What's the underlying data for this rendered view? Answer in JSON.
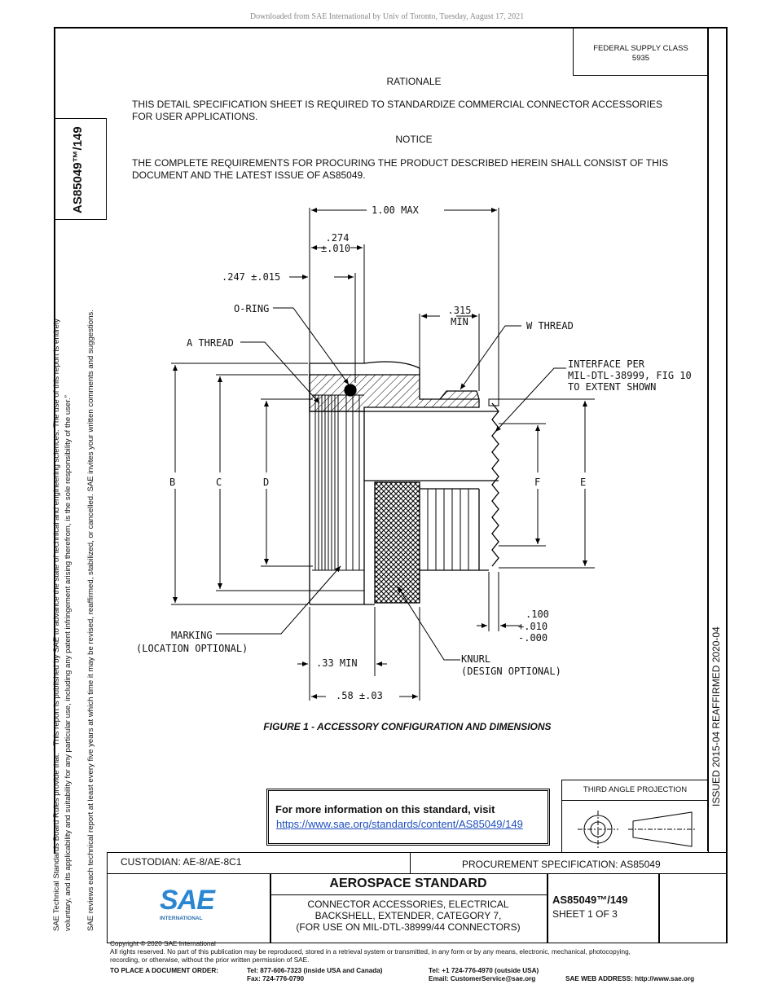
{
  "header": {
    "download_note": "Downloaded from SAE International by Univ of Toronto, Tuesday, August 17, 2021"
  },
  "federal_supply": {
    "line1": "FEDERAL SUPPLY CLASS",
    "line2": "5935"
  },
  "doc_number_vertical": "AS85049™/149",
  "side_note": {
    "line1": "SAE Technical Standards Board Rules provide that: “ This report is published by SAE to advance the state of technical and engineering sciences. The use of this report is entirely",
    "line2": "voluntary, and its applicability and suitability for any particular use, including any patent infringement arising therefrom, is the sole responsibility of the user.”",
    "line3": "SAE reviews each technical report at least every five years at which time it may be revised, reaffirmed, stabilized, or cancelled. SAE invites your written comments and suggestions."
  },
  "rationale": {
    "title": "RATIONALE",
    "text1": "THIS DETAIL SPECIFICATION SHEET IS REQUIRED TO STANDARDIZE COMMERCIAL CONNECTOR ACCESSORIES",
    "text2": "FOR USER APPLICATIONS."
  },
  "notice": {
    "title": "NOTICE",
    "text1": "THE COMPLETE REQUIREMENTS FOR PROCURING THE PRODUCT DESCRIBED HEREIN SHALL CONSIST OF THIS",
    "text2": "DOCUMENT AND THE LATEST ISSUE OF AS85049."
  },
  "drawing": {
    "dim_overall": "1.00 MAX",
    "dim_274_a": ".274",
    "dim_274_b": "±.010",
    "dim_247": ".247 ±.015",
    "oring": "O-RING",
    "dim_315_a": ".315",
    "dim_315_b": "MIN",
    "w_thread": "W THREAD",
    "a_thread": "A THREAD",
    "interface_1": "INTERFACE PER",
    "interface_2": "MIL-DTL-38999, FIG 10",
    "interface_3": "TO EXTENT SHOWN",
    "label_b": "B",
    "label_c": "C",
    "label_d": "D",
    "label_f": "F",
    "label_e": "E",
    "dim_100_a": ".100",
    "dim_100_b": "+.010",
    "dim_100_c": "-.000",
    "marking_1": "MARKING",
    "marking_2": "(LOCATION OPTIONAL)",
    "dim_33": ".33 MIN",
    "knurl_1": "KNURL",
    "knurl_2": "(DESIGN OPTIONAL)",
    "dim_58": ".58 ±.03"
  },
  "figure_caption": "FIGURE 1 - ACCESSORY CONFIGURATION AND DIMENSIONS",
  "issued_vertical": "ISSUED 2015-04    REAFFIRMED 2020-04",
  "third_angle": "THIRD ANGLE PROJECTION",
  "info_box": {
    "text": "For more information on this standard, visit",
    "link": "https://www.sae.org/standards/content/AS85049/149"
  },
  "custodian": "CUSTODIAN: AE-8/AE-8C1",
  "procurement": "PROCUREMENT SPECIFICATION: AS85049",
  "logo": {
    "text": "SAE",
    "sub": "INTERNATIONAL"
  },
  "title_block": {
    "heading": "AEROSPACE STANDARD",
    "line1": "CONNECTOR ACCESSORIES, ELECTRICAL",
    "line2": "BACKSHELL, EXTENDER, CATEGORY 7,",
    "line3": "(FOR USE ON MIL-DTL-38999/44 CONNECTORS)",
    "doc_number": "AS85049™/149",
    "sheet": "SHEET 1 OF 3"
  },
  "footer": {
    "copyright": "Copyright © 2020 SAE International",
    "rights1": "All rights reserved. No part of this publication may be reproduced, stored in a retrieval system or transmitted, in any form or by any means, electronic, mechanical, photocopying,",
    "rights2": "recording, or otherwise, without the prior written permission of SAE.",
    "order_label": "TO PLACE A DOCUMENT ORDER:",
    "tel_us": "Tel: 877-606-7323 (inside USA and Canada)",
    "fax": "Fax: 724-776-0790",
    "tel_intl": "Tel: +1 724-776-4970 (outside USA)",
    "email": "Email: CustomerService@sae.org",
    "web": "SAE WEB ADDRESS: http://www.sae.org"
  }
}
